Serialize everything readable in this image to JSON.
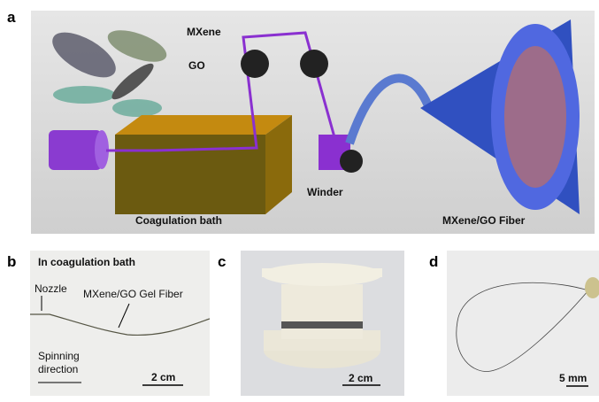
{
  "panels": {
    "a": {
      "label": "a",
      "mxene": "MXene",
      "go": "GO",
      "bath": "Coagulation bath",
      "winder": "Winder",
      "fiber": "MXene/GO Fiber"
    },
    "b": {
      "label": "b",
      "title": "In coagulation bath",
      "nozzle": "Nozzle",
      "gel": "MXene/GO Gel Fiber",
      "spin1": "Spinning",
      "spin2": "direction",
      "scale": "2 cm"
    },
    "c": {
      "label": "c",
      "scale": "2 cm"
    },
    "d": {
      "label": "d",
      "scale": "5 mm"
    }
  }
}
